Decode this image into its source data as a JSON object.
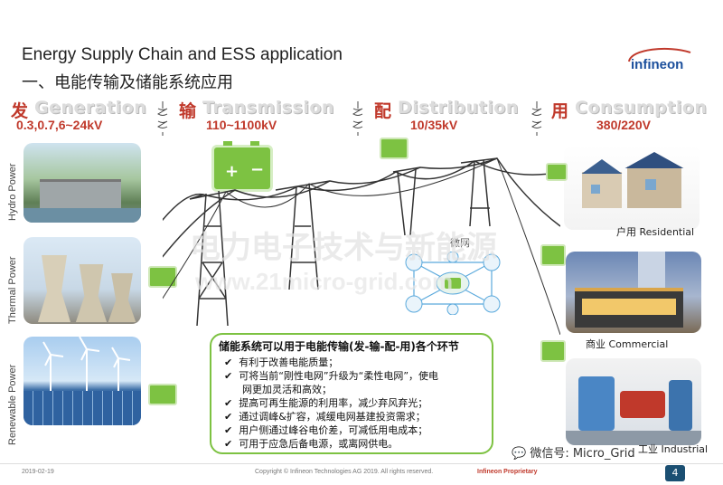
{
  "title": {
    "en": "Energy Supply Chain and ESS application",
    "zh": "一、电能传输及储能系统应用"
  },
  "logo": {
    "text": "infineon"
  },
  "stages": [
    {
      "zh": "发",
      "en": "Generation",
      "voltage": "0.3,0.7,6~24kV"
    },
    {
      "zh": "输",
      "en": "Transmission",
      "voltage": "110~1100kV"
    },
    {
      "zh": "配",
      "en": "Distribution",
      "voltage": "10/35kV"
    },
    {
      "zh": "用",
      "en": "Consumption",
      "voltage": "380/220V"
    }
  ],
  "sources": [
    "Hydro Power",
    "Thermal Power",
    "Renewable Power"
  ],
  "microgrid_label": "微网",
  "consumers": [
    "户用 Residential",
    "商业 Commercial",
    "工业 Industrial"
  ],
  "ess_box": {
    "title": "储能系统可以用于电能传输(发-输-配-用)各个环节",
    "items": [
      "有利于改善电能质量；",
      "可将当前“刚性电网”升级为“柔性电网”，使电",
      "网更加灵活和高效；",
      "提高可再生能源的利用率，减少弃风弃光；",
      "通过调峰&扩容，减缓电网基建投资需求；",
      "用户侧通过峰谷电价差，可减低用电成本；",
      "可用于应急后备电源，或离网供电。"
    ]
  },
  "watermark": {
    "line1": "电力电子技术与新能源",
    "line2": "www.21micro-grid.com"
  },
  "wechat": "微信号: Micro_Grid",
  "footer": {
    "date": "2019-02-19",
    "copyright": "Copyright © Infineon Technologies AG 2019. All rights reserved.",
    "proprietary": "Infineon Proprietary",
    "page": "4"
  },
  "colors": {
    "accent_red": "#c0392b",
    "battery_green": "#7dc242",
    "infineon_blue": "#1b4f9c"
  }
}
